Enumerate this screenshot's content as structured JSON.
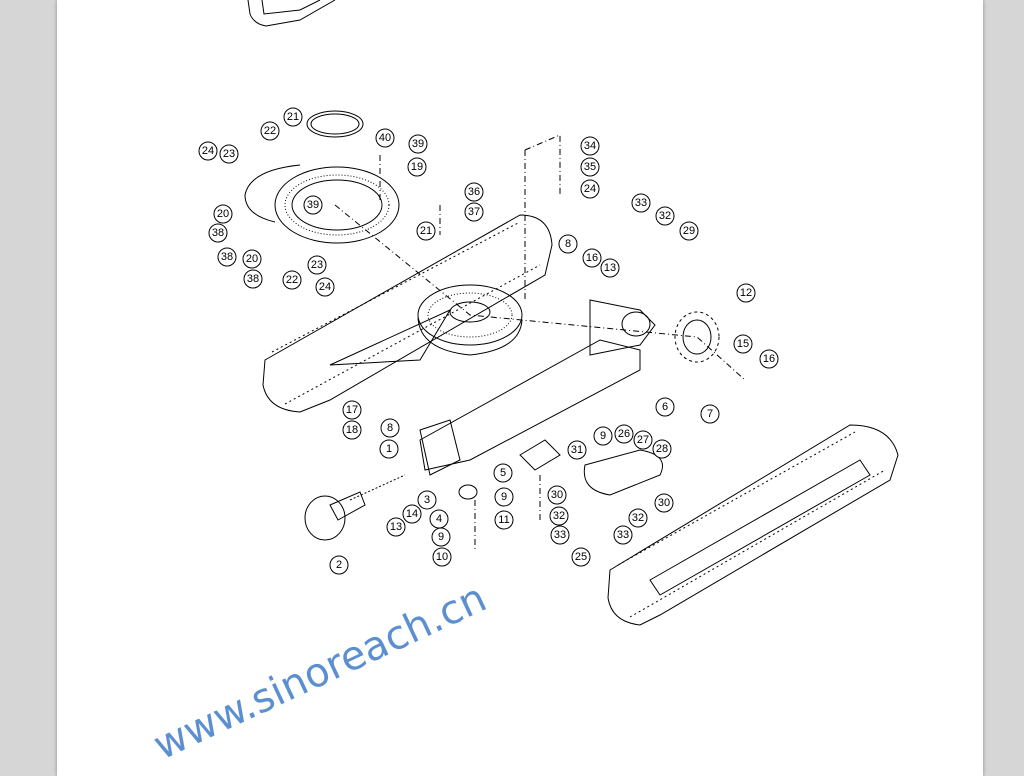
{
  "document": {
    "watermark": "www.sinoreach.cn",
    "callouts": [
      "21",
      "22",
      "40",
      "24",
      "23",
      "39",
      "19",
      "36",
      "37",
      "39",
      "20",
      "38",
      "21",
      "38",
      "20",
      "23",
      "38",
      "22",
      "24",
      "34",
      "35",
      "24",
      "33",
      "32",
      "29",
      "8",
      "16",
      "13",
      "12",
      "15",
      "16",
      "7",
      "6",
      "28",
      "27",
      "26",
      "9",
      "31",
      "17",
      "18",
      "8",
      "1",
      "5",
      "9",
      "11",
      "30",
      "32",
      "33",
      "30",
      "32",
      "33",
      "3",
      "14",
      "13",
      "4",
      "9",
      "10",
      "2",
      "25"
    ]
  }
}
